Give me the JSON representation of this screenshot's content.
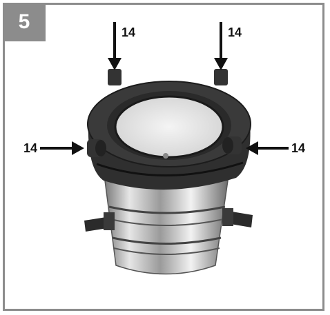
{
  "step": {
    "number": "5"
  },
  "callouts": [
    {
      "label": "14",
      "position": "top-left"
    },
    {
      "label": "14",
      "position": "top-right"
    },
    {
      "label": "14",
      "position": "left"
    },
    {
      "label": "14",
      "position": "right"
    }
  ],
  "colors": {
    "frame": "#8c8c8c",
    "badge": "#8c8c8c",
    "text": "#111111",
    "plastic": "#2f2f2f",
    "steel": "#c9c9c9"
  }
}
